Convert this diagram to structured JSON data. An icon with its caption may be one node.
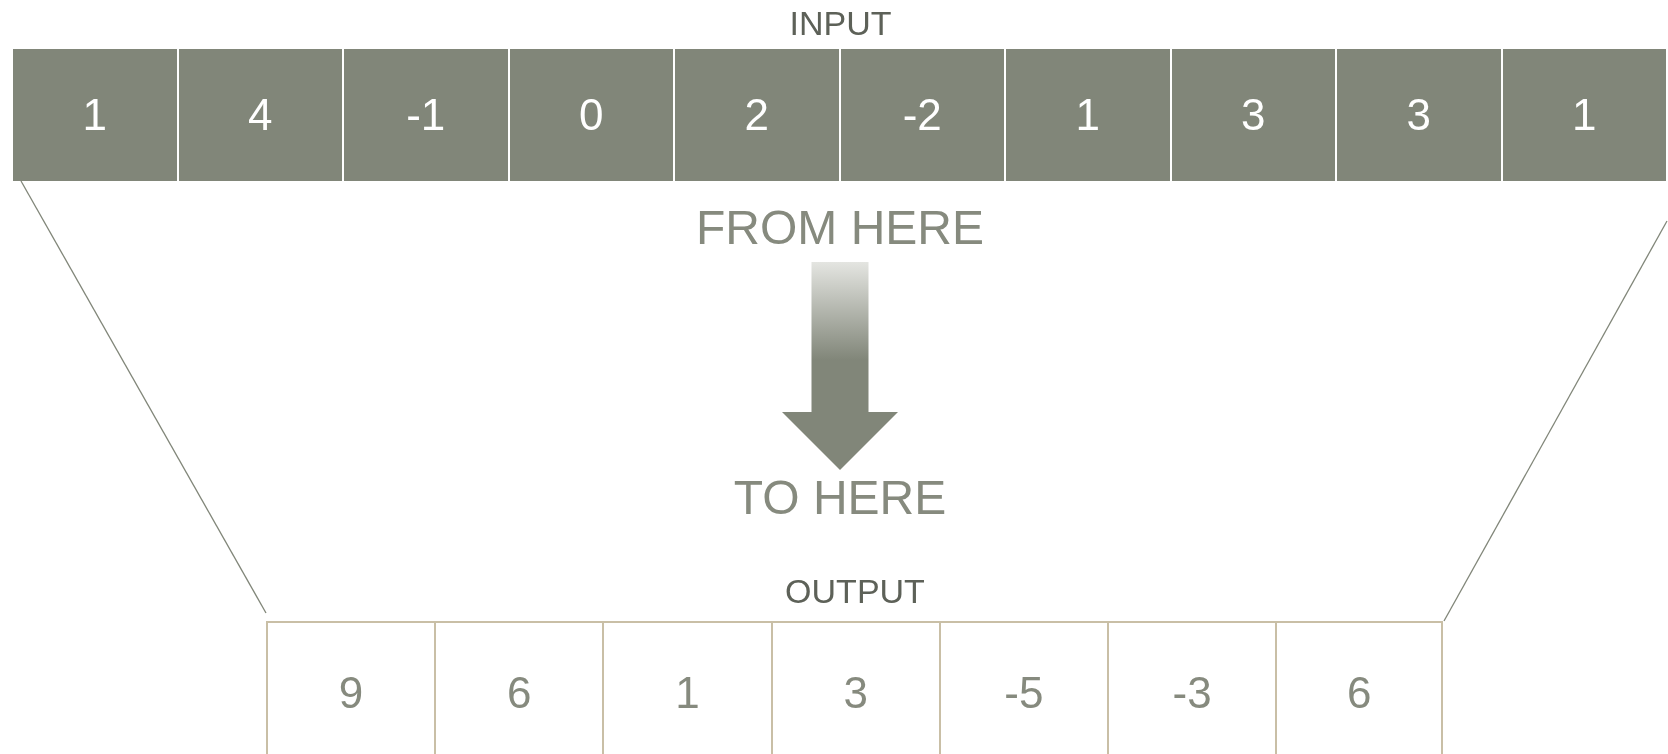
{
  "diagram": {
    "nodes": [
      {
        "text": [
          "INPUT"
        ]
      },
      {
        "text": [
          "1"
        ],
        "in": 0
      },
      {
        "text": [
          "4"
        ],
        "in": 0
      },
      {
        "text": [
          "-1"
        ],
        "in": 0
      },
      {
        "text": [
          "0"
        ],
        "in": 0
      },
      {
        "text": [
          "2"
        ],
        "in": 0
      },
      {
        "text": [
          "-2"
        ],
        "in": 0
      },
      {
        "text": [
          "1"
        ],
        "in": 0
      },
      {
        "text": [
          "3"
        ],
        "in": 0
      },
      {
        "text": [
          "3"
        ],
        "in": 0
      },
      {
        "text": [
          "1"
        ],
        "in": 0
      },
      {
        "text": [
          "FROM HERE"
        ]
      },
      {
        "text": [
          "TO HERE"
        ]
      },
      {
        "text": [
          "OUTPUT"
        ]
      },
      {
        "text": [
          "9"
        ],
        "in": 13
      },
      {
        "text": [
          "6"
        ],
        "in": 13
      },
      {
        "text": [
          "1"
        ],
        "in": 13
      },
      {
        "text": [
          "3"
        ],
        "in": 13
      },
      {
        "text": [
          "-5"
        ],
        "in": 13
      },
      {
        "text": [
          "-3"
        ],
        "in": 13
      },
      {
        "text": [
          "6"
        ],
        "in": 13
      }
    ],
    "edges": [
      {
        "from": 11,
        "to": 12,
        "arrow": "to",
        "style": "thick"
      },
      {
        "from": 0,
        "to": 13,
        "arrow": "none"
      },
      {
        "from": 0,
        "to": 13,
        "arrow": "none"
      }
    ]
  }
}
